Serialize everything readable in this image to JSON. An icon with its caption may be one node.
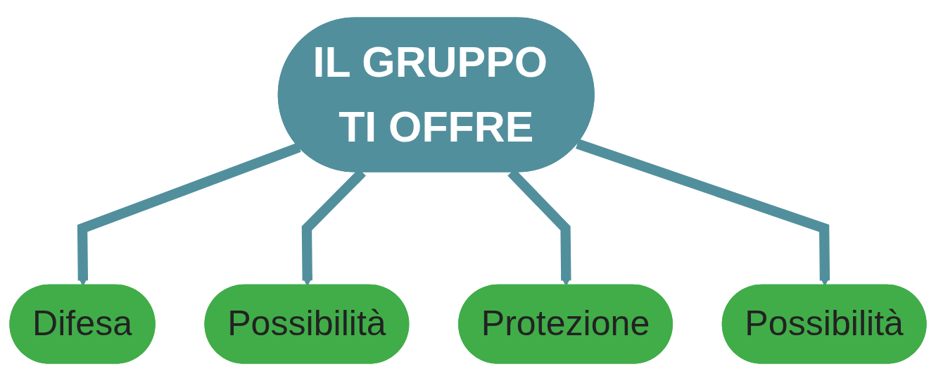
{
  "diagram": {
    "nodes": [
      {
        "text": [
          "IL GRUPPO TI OFFRE"
        ]
      },
      {
        "text": [
          "Difesa"
        ]
      },
      {
        "text": [
          "Possibilità"
        ]
      },
      {
        "text": [
          "Protezione"
        ]
      },
      {
        "text": [
          "Possibilità"
        ]
      }
    ],
    "edges": [
      {
        "from": 0,
        "to": 1,
        "arrow": "to"
      },
      {
        "from": 0,
        "to": 2,
        "arrow": "to"
      },
      {
        "from": 0,
        "to": 3,
        "arrow": "to"
      },
      {
        "from": 0,
        "to": 4,
        "arrow": "to"
      }
    ]
  }
}
